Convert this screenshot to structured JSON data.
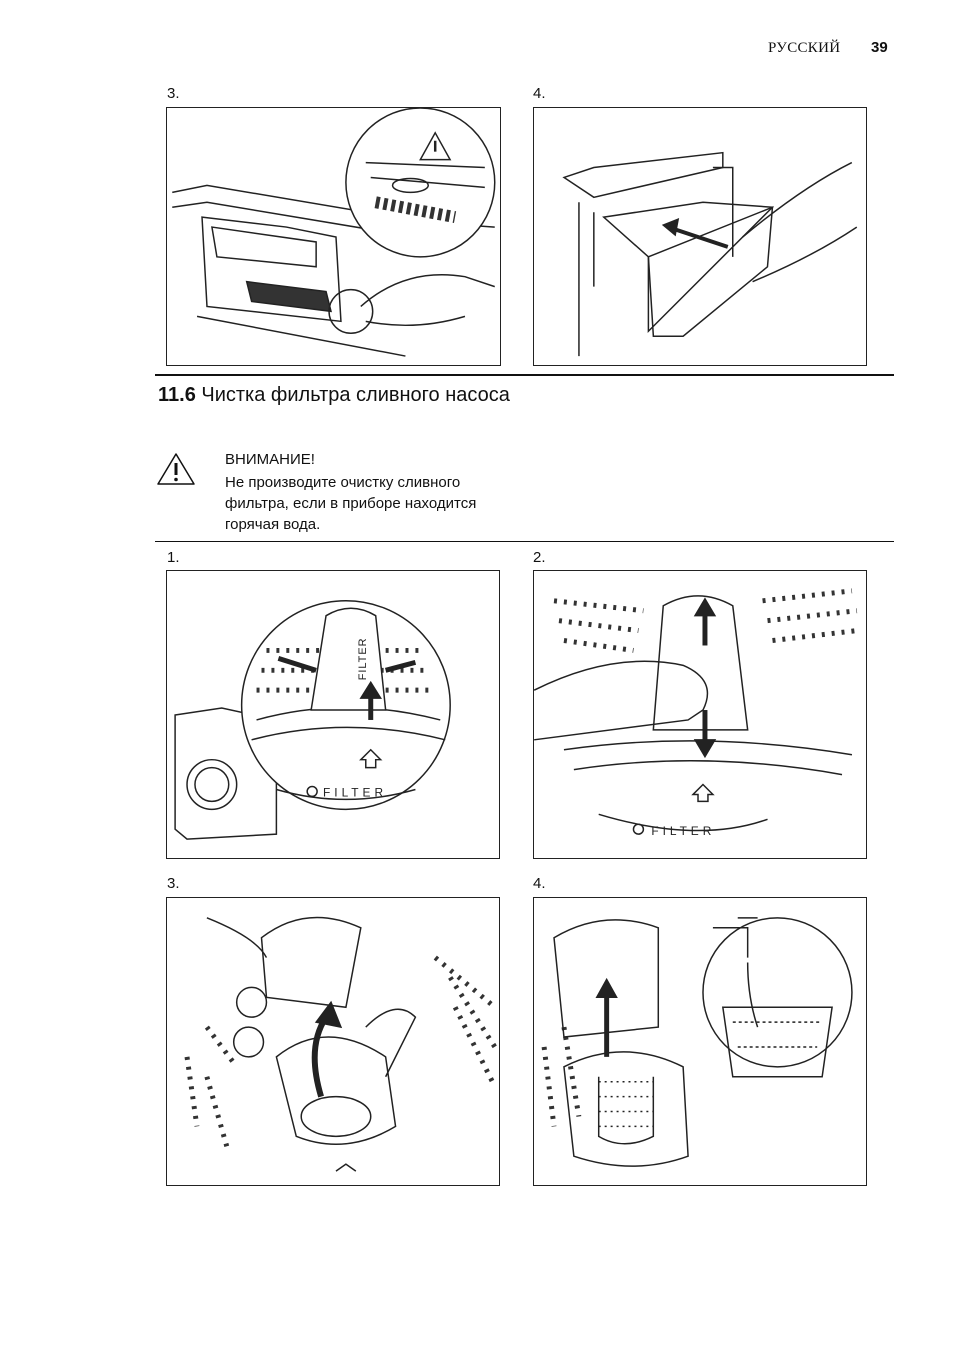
{
  "header": {
    "language": "РУССКИЙ",
    "page_number": "39"
  },
  "top_figures": [
    {
      "label": "3."
    },
    {
      "label": "4."
    }
  ],
  "section": {
    "number": "11.6",
    "title": "Чистка фильтра сливного насоса"
  },
  "warning": {
    "icon": "warning-triangle-icon",
    "title": "ВНИМАНИЕ!",
    "text": "Не производите очистку сливного фильтра, если в приборе находится горячая вода."
  },
  "steps": [
    {
      "label": "1.",
      "filter_text": "FILTER",
      "cap_text": "FILTER"
    },
    {
      "label": "2.",
      "filter_text": "FILTER"
    },
    {
      "label": "3."
    },
    {
      "label": "4."
    }
  ]
}
